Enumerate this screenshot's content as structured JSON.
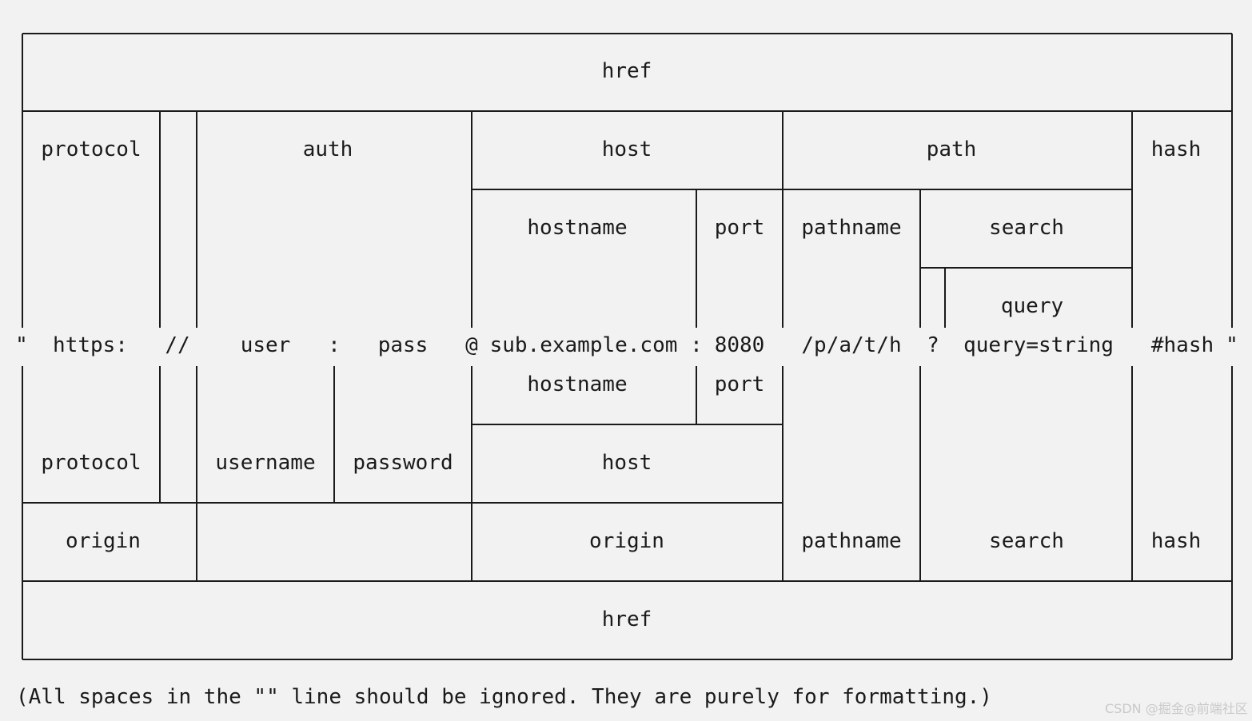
{
  "labels": {
    "href_top": "href",
    "protocol_top": "protocol",
    "auth": "auth",
    "host_top": "host",
    "path": "path",
    "hash_top": "hash",
    "hostname_top": "hostname",
    "port_top": "port",
    "pathname_top": "pathname",
    "search_top": "search",
    "query": "query",
    "url_open_quote": "\"",
    "url_protocol": "https:",
    "url_slashes": "//",
    "url_user": "user",
    "url_colon1": ":",
    "url_pass": "pass",
    "url_at": "@",
    "url_hostname": "sub.example.com",
    "url_colon2": ":",
    "url_port": "8080",
    "url_path": "/p/a/t/h",
    "url_qmark": "?",
    "url_query": "query=string",
    "url_hash": "#hash",
    "url_close_quote": "\"",
    "hostname_bottom": "hostname",
    "port_bottom": "port",
    "protocol_bottom": "protocol",
    "username": "username",
    "password": "password",
    "host_bottom": "host",
    "origin_left": "origin",
    "origin_right": "origin",
    "pathname_bottom": "pathname",
    "search_bottom": "search",
    "hash_bottom": "hash",
    "href_bottom": "href"
  },
  "note": "(All spaces in the \"\" line should be ignored. They are purely for formatting.)",
  "watermark": "CSDN @掘金@前端社区",
  "colors": {
    "background": "#f2f2f2",
    "line": "#1a1a1a",
    "text": "#1a1a1a"
  }
}
